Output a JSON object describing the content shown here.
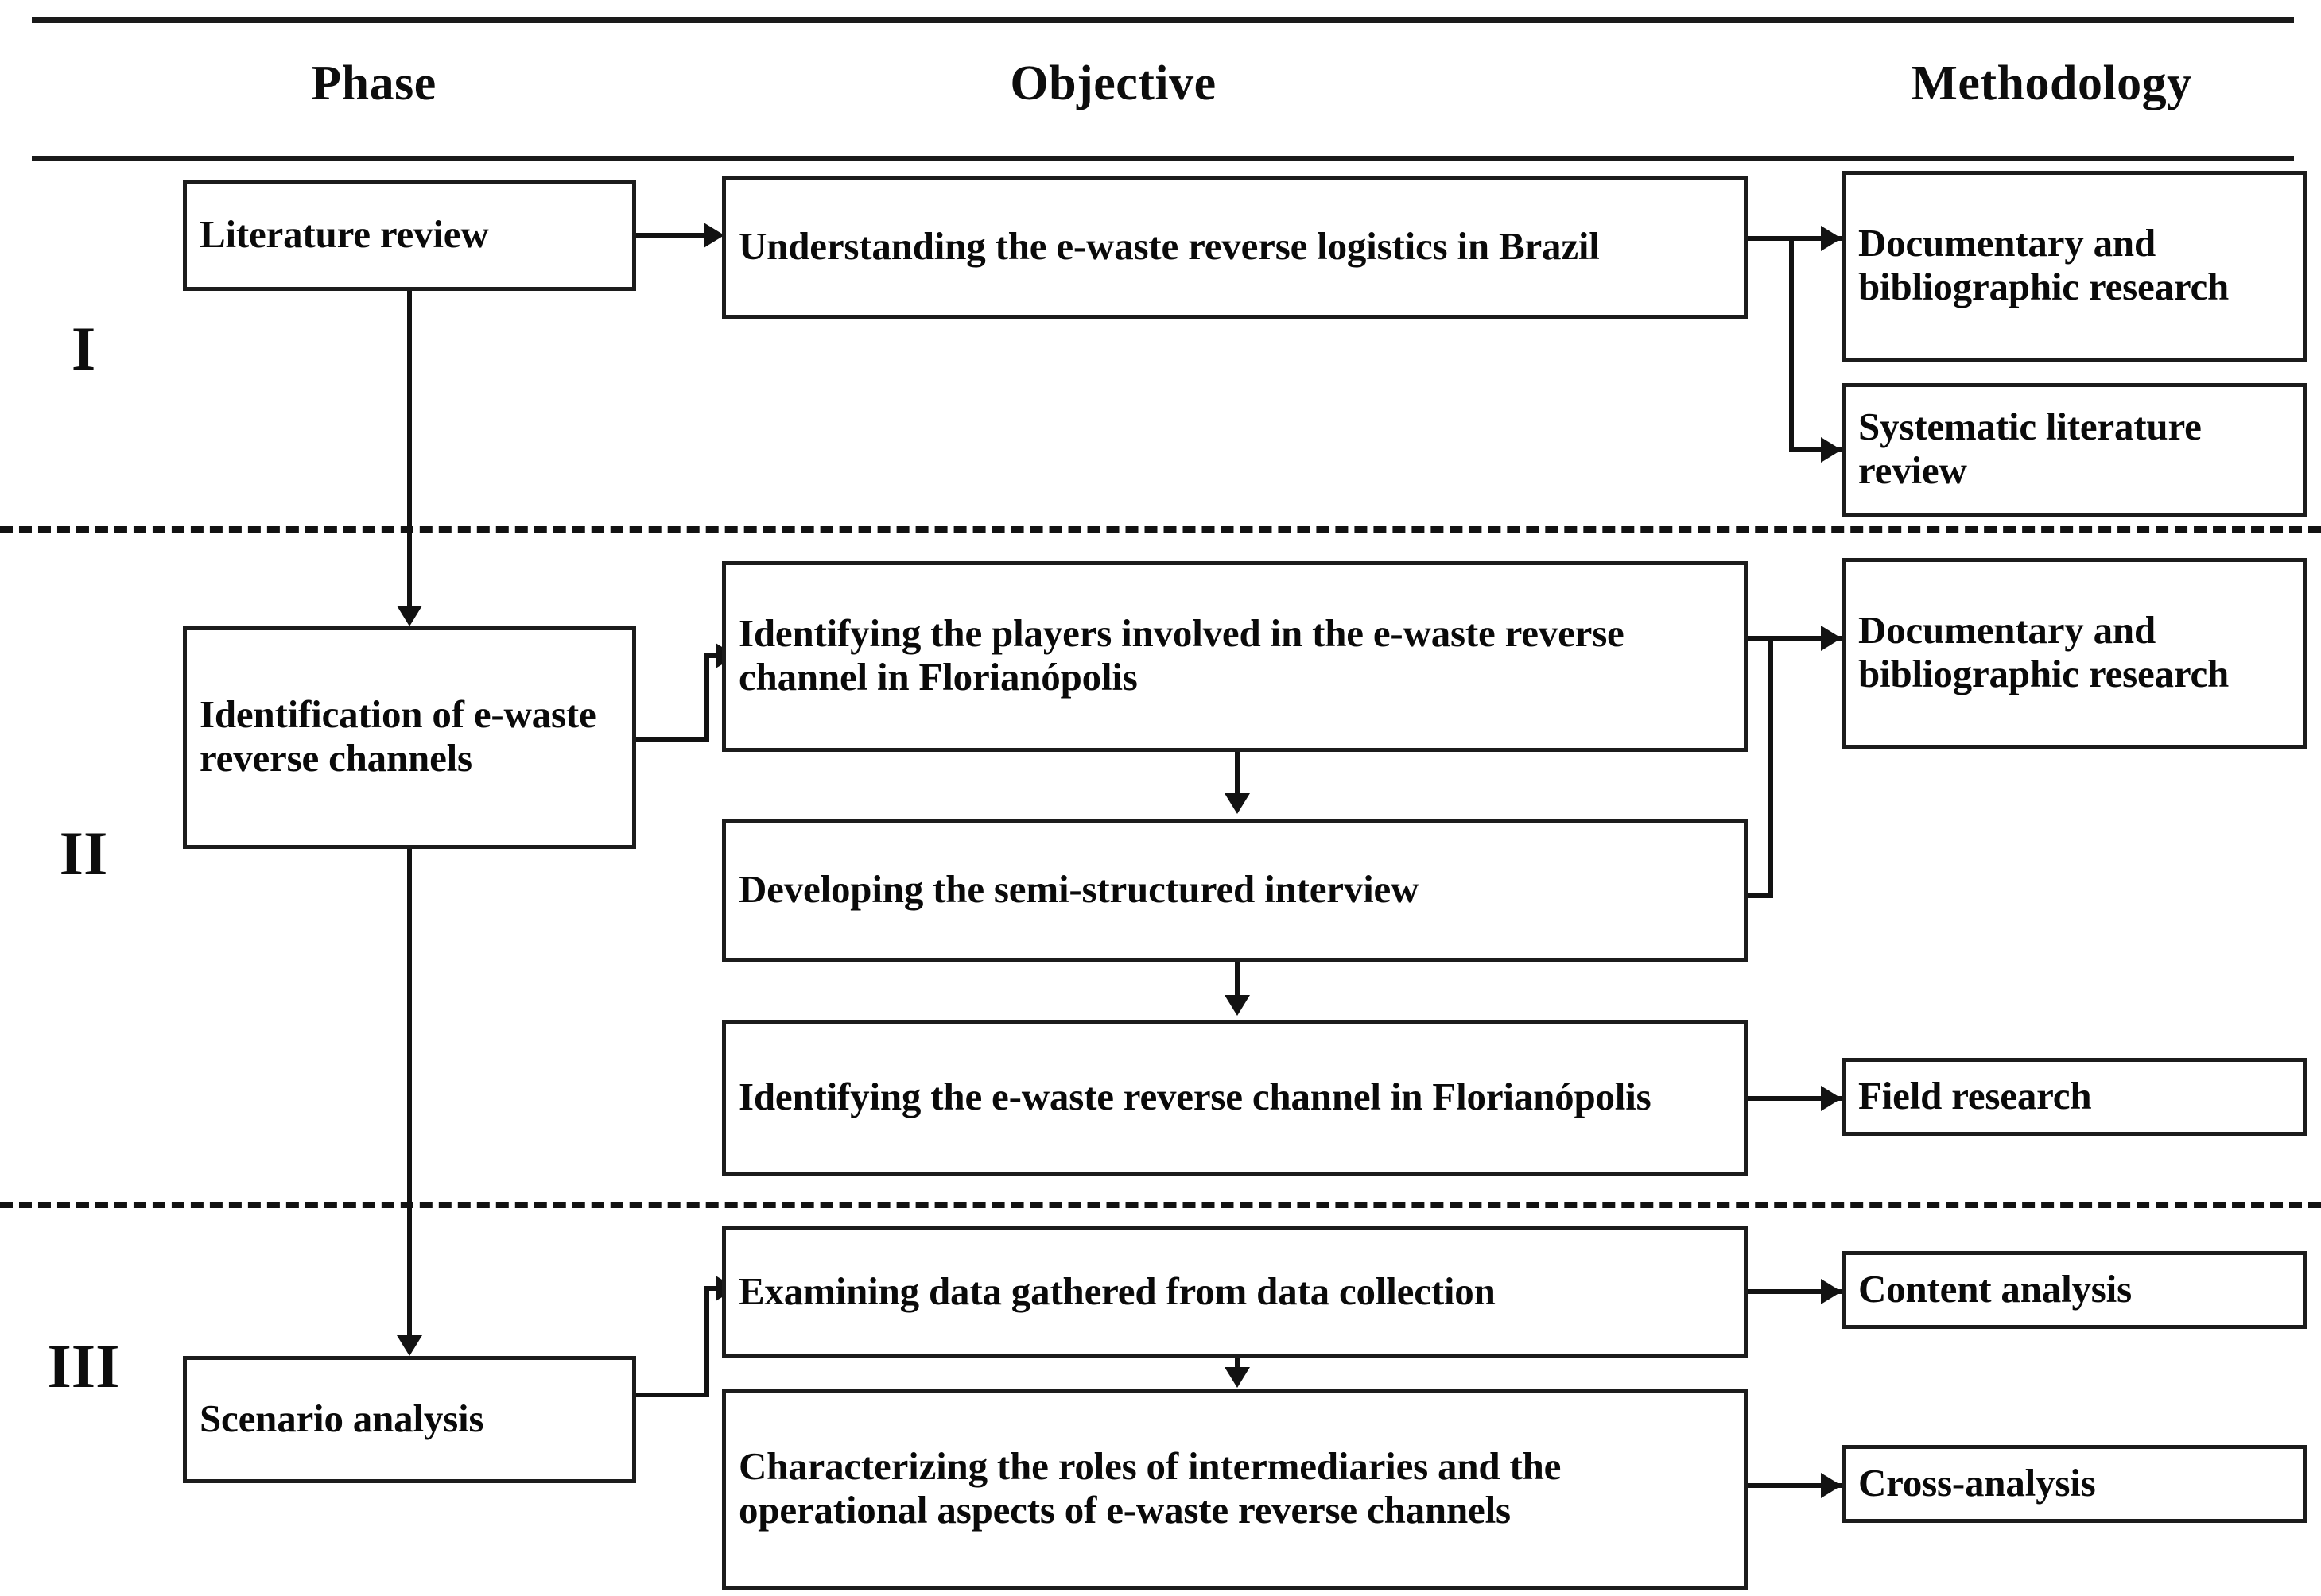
{
  "headers": {
    "phase": "Phase",
    "objective": "Objective",
    "methodology": "Methodology"
  },
  "phases": [
    {
      "numeral": "I",
      "phase_box": "Literature review",
      "objectives": [
        "Understanding the e-waste reverse logistics in Brazil"
      ],
      "methodologies": [
        "Documentary and bibliographic research",
        "Systematic literature review"
      ]
    },
    {
      "numeral": "II",
      "phase_box": "Identification of e-waste reverse channels",
      "objectives": [
        "Identifying the players involved in the e-waste reverse channel in Florianópolis",
        "Developing the semi-structured interview",
        "Identifying the e-waste reverse channel in Florianópolis"
      ],
      "methodologies": [
        "Documentary and bibliographic research",
        "Field research"
      ]
    },
    {
      "numeral": "III",
      "phase_box": "Scenario analysis",
      "objectives": [
        "Examining data gathered from data collection",
        "Characterizing the roles of intermediaries and the operational aspects of e-waste reverse channels"
      ],
      "methodologies": [
        "Content analysis",
        "Cross-analysis"
      ]
    }
  ],
  "colors": {
    "line": "#121212",
    "text": "#0a0a0a",
    "background": "#ffffff"
  }
}
